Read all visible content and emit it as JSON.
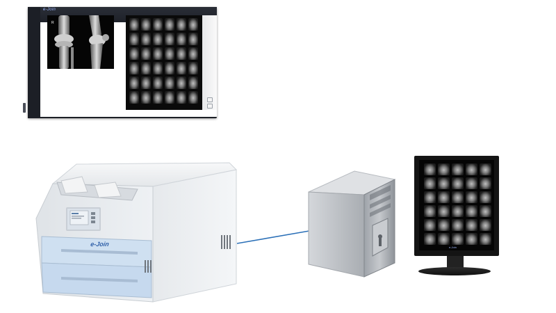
{
  "viewer": {
    "brand": "e-Join",
    "knee_film": {
      "name": "knee-xray-film",
      "views": 2
    },
    "ct_film": {
      "name": "ct-film",
      "rows": 6,
      "cols": 6
    }
  },
  "printer": {
    "brand": "e-Join"
  },
  "monitor": {
    "brand": "e-Join",
    "ct_film": {
      "rows": 6,
      "cols": 5
    }
  },
  "colors": {
    "cable": "#2a6fb7",
    "printer_body": "#eef1f4",
    "printer_tray": "#c9dcef",
    "tower": "#b9bdc3",
    "tower_front": "#8d9298"
  },
  "icons": [
    "film-viewer-icon",
    "printer-icon",
    "computer-tower-icon",
    "monitor-icon",
    "network-cable-icon"
  ]
}
